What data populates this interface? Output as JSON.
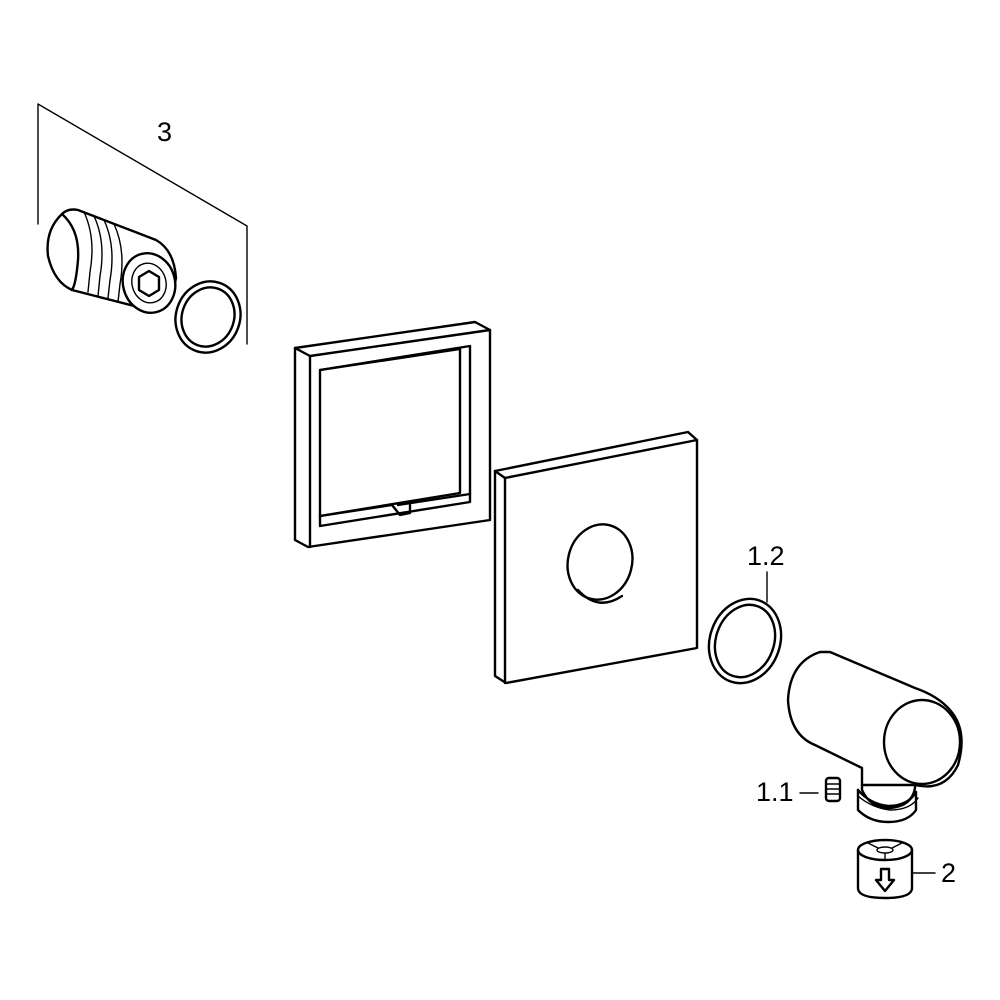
{
  "callouts": {
    "part_3": "3",
    "part_1_2": "1.2",
    "part_1_1": "1.1",
    "part_2": "2"
  }
}
